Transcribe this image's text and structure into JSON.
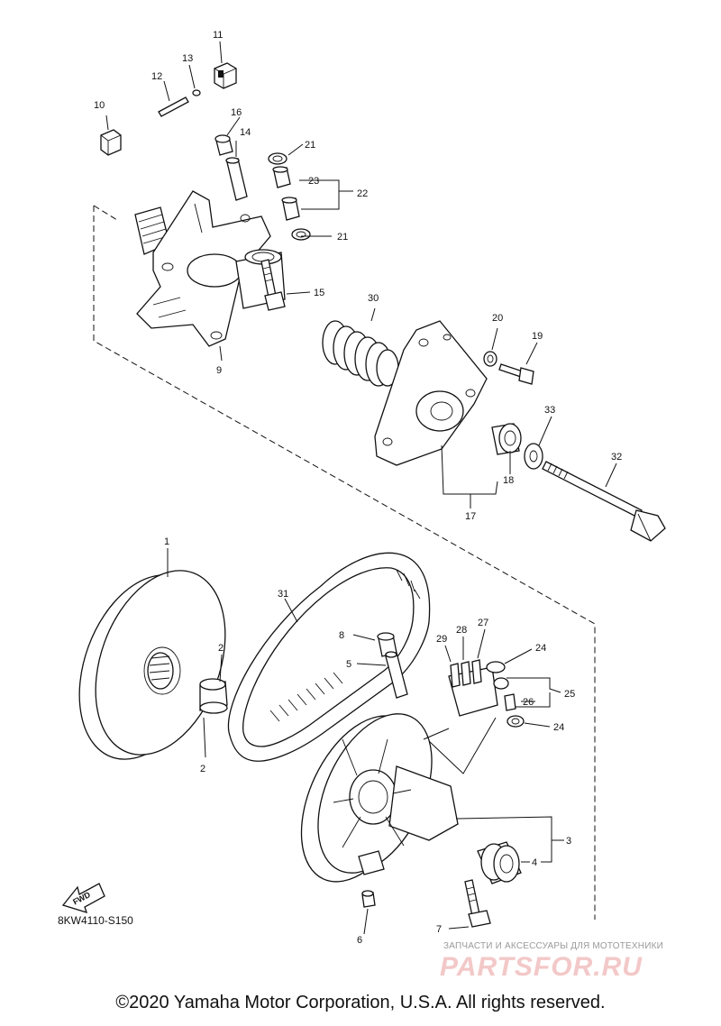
{
  "diagram_code": "8KW4110-S150",
  "copyright": "©2020 Yamaha Motor Corporation, U.S.A. All rights reserved.",
  "watermark": {
    "tagline": "ЗАПЧАСТИ И АКСЕССУАРЫ ДЛЯ МОТОТЕХНИКИ",
    "logo": "PARTSFOR.RU"
  },
  "fwd_label": "FWD",
  "callouts": {
    "c1": "1",
    "c2a": "2",
    "c2b": "2",
    "c3": "3",
    "c4": "4",
    "c5": "5",
    "c6": "6",
    "c7": "7",
    "c8": "8",
    "c9": "9",
    "c10": "10",
    "c11": "11",
    "c12": "12",
    "c13": "13",
    "c14": "14",
    "c15": "15",
    "c16": "16",
    "c17": "17",
    "c18": "18",
    "c19": "19",
    "c20": "20",
    "c21a": "21",
    "c21b": "21",
    "c22": "22",
    "c23": "23",
    "c24a": "24",
    "c24b": "24",
    "c25": "25",
    "c26": "26",
    "c27": "27",
    "c28": "28",
    "c29": "29",
    "c30": "30",
    "c31": "31",
    "c32": "32",
    "c33": "33"
  }
}
